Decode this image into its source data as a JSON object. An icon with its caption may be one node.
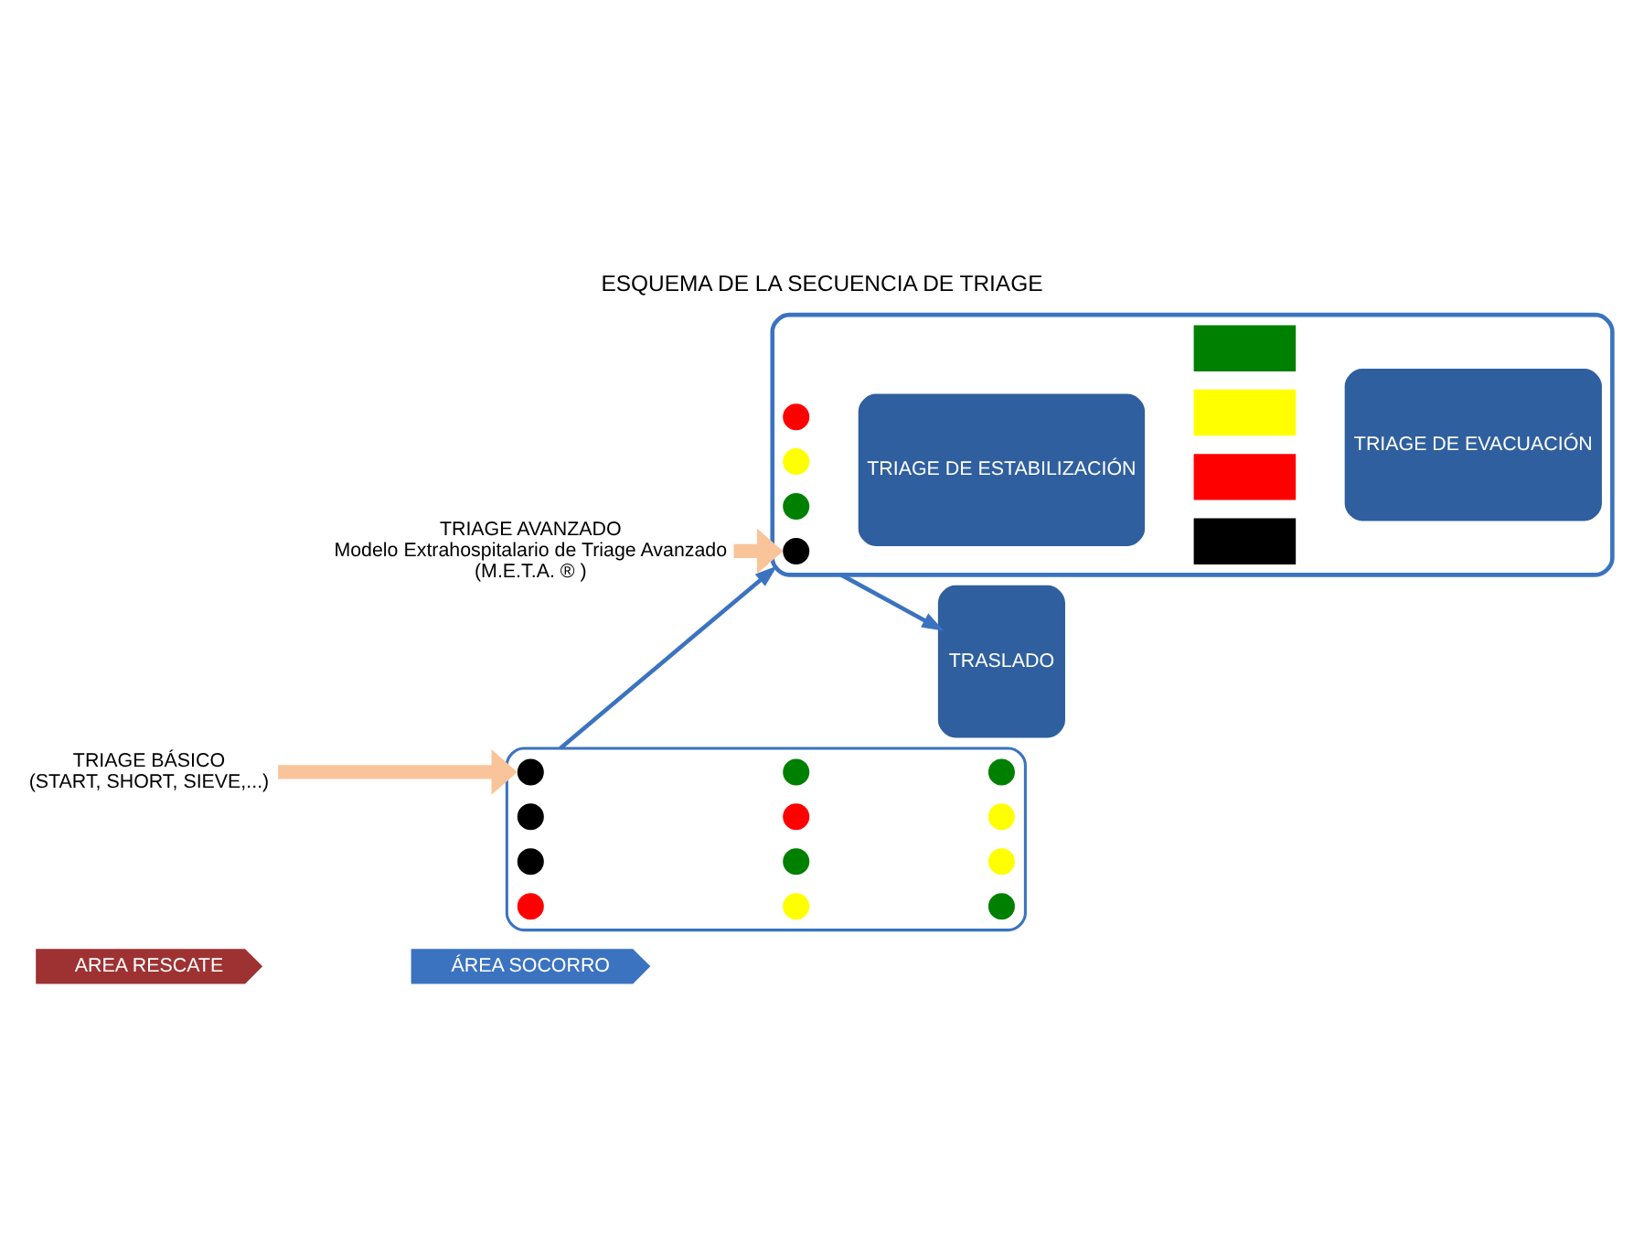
{
  "diagram": {
    "title": "ESQUEMA DE LA SECUENCIA DE TRIAGE",
    "nodes": [
      {
        "text": [
          "AREA RESCATE"
        ]
      },
      {
        "text": [
          "ÁREA SOCORRO"
        ]
      },
      {
        "text": [],
        "shape": "ellipse"
      },
      {
        "text": [],
        "shape": "circle",
        "in": 2
      },
      {
        "text": [],
        "shape": "circle",
        "in": 2
      },
      {
        "text": [],
        "shape": "circle",
        "in": 2
      },
      {
        "text": [],
        "shape": "circle",
        "in": 2
      },
      {
        "text": [],
        "shape": "circle",
        "in": 2
      },
      {
        "text": [],
        "shape": "circle",
        "in": 2
      },
      {
        "text": [],
        "shape": "circle",
        "in": 2
      },
      {
        "text": [],
        "shape": "circle",
        "in": 2
      },
      {
        "text": [],
        "shape": "circle",
        "in": 2
      },
      {
        "text": [],
        "shape": "circle",
        "in": 2
      },
      {
        "text": [],
        "shape": "circle",
        "in": 2
      },
      {
        "text": [],
        "shape": "circle",
        "in": 2
      },
      {
        "text": [],
        "shape": "box"
      },
      {
        "text": [],
        "shape": "circle",
        "in": 15
      },
      {
        "text": [],
        "shape": "circle",
        "in": 15
      },
      {
        "text": [],
        "shape": "circle",
        "in": 15
      },
      {
        "text": [],
        "shape": "circle",
        "in": 15
      },
      {
        "text": [
          "TRIAGE DE ESTABILIZACIÓN"
        ],
        "in": 15
      },
      {
        "text": [],
        "shape": "box",
        "in": 15
      },
      {
        "text": [],
        "shape": "box",
        "in": 15
      },
      {
        "text": [],
        "shape": "box",
        "in": 15
      },
      {
        "text": [],
        "shape": "box",
        "in": 15
      },
      {
        "text": [
          "TRIAGE DE EVACUACIÓN"
        ],
        "in": 15
      },
      {
        "text": [
          "TRASLADO"
        ]
      },
      {
        "text": [
          "TRIAGE BÁSICO",
          "(START, SHORT, SIEVE,...)"
        ]
      },
      {
        "text": [
          "TRIAGE AVANZADO",
          "Modelo Extrahospitalario de Triage Avanzado",
          "(M.E.T.A. ® )"
        ]
      }
    ],
    "edges": [
      {
        "from": 2,
        "to": 15,
        "arrow": "to"
      },
      {
        "from": 15,
        "to": 26,
        "arrow": "to"
      },
      {
        "from": 27,
        "to": 2,
        "arrow": "to",
        "style": "thick",
        "color": "#f9c49a"
      },
      {
        "from": 28,
        "to": 15,
        "arrow": "to",
        "style": "thick",
        "color": "#f9c49a"
      }
    ]
  }
}
